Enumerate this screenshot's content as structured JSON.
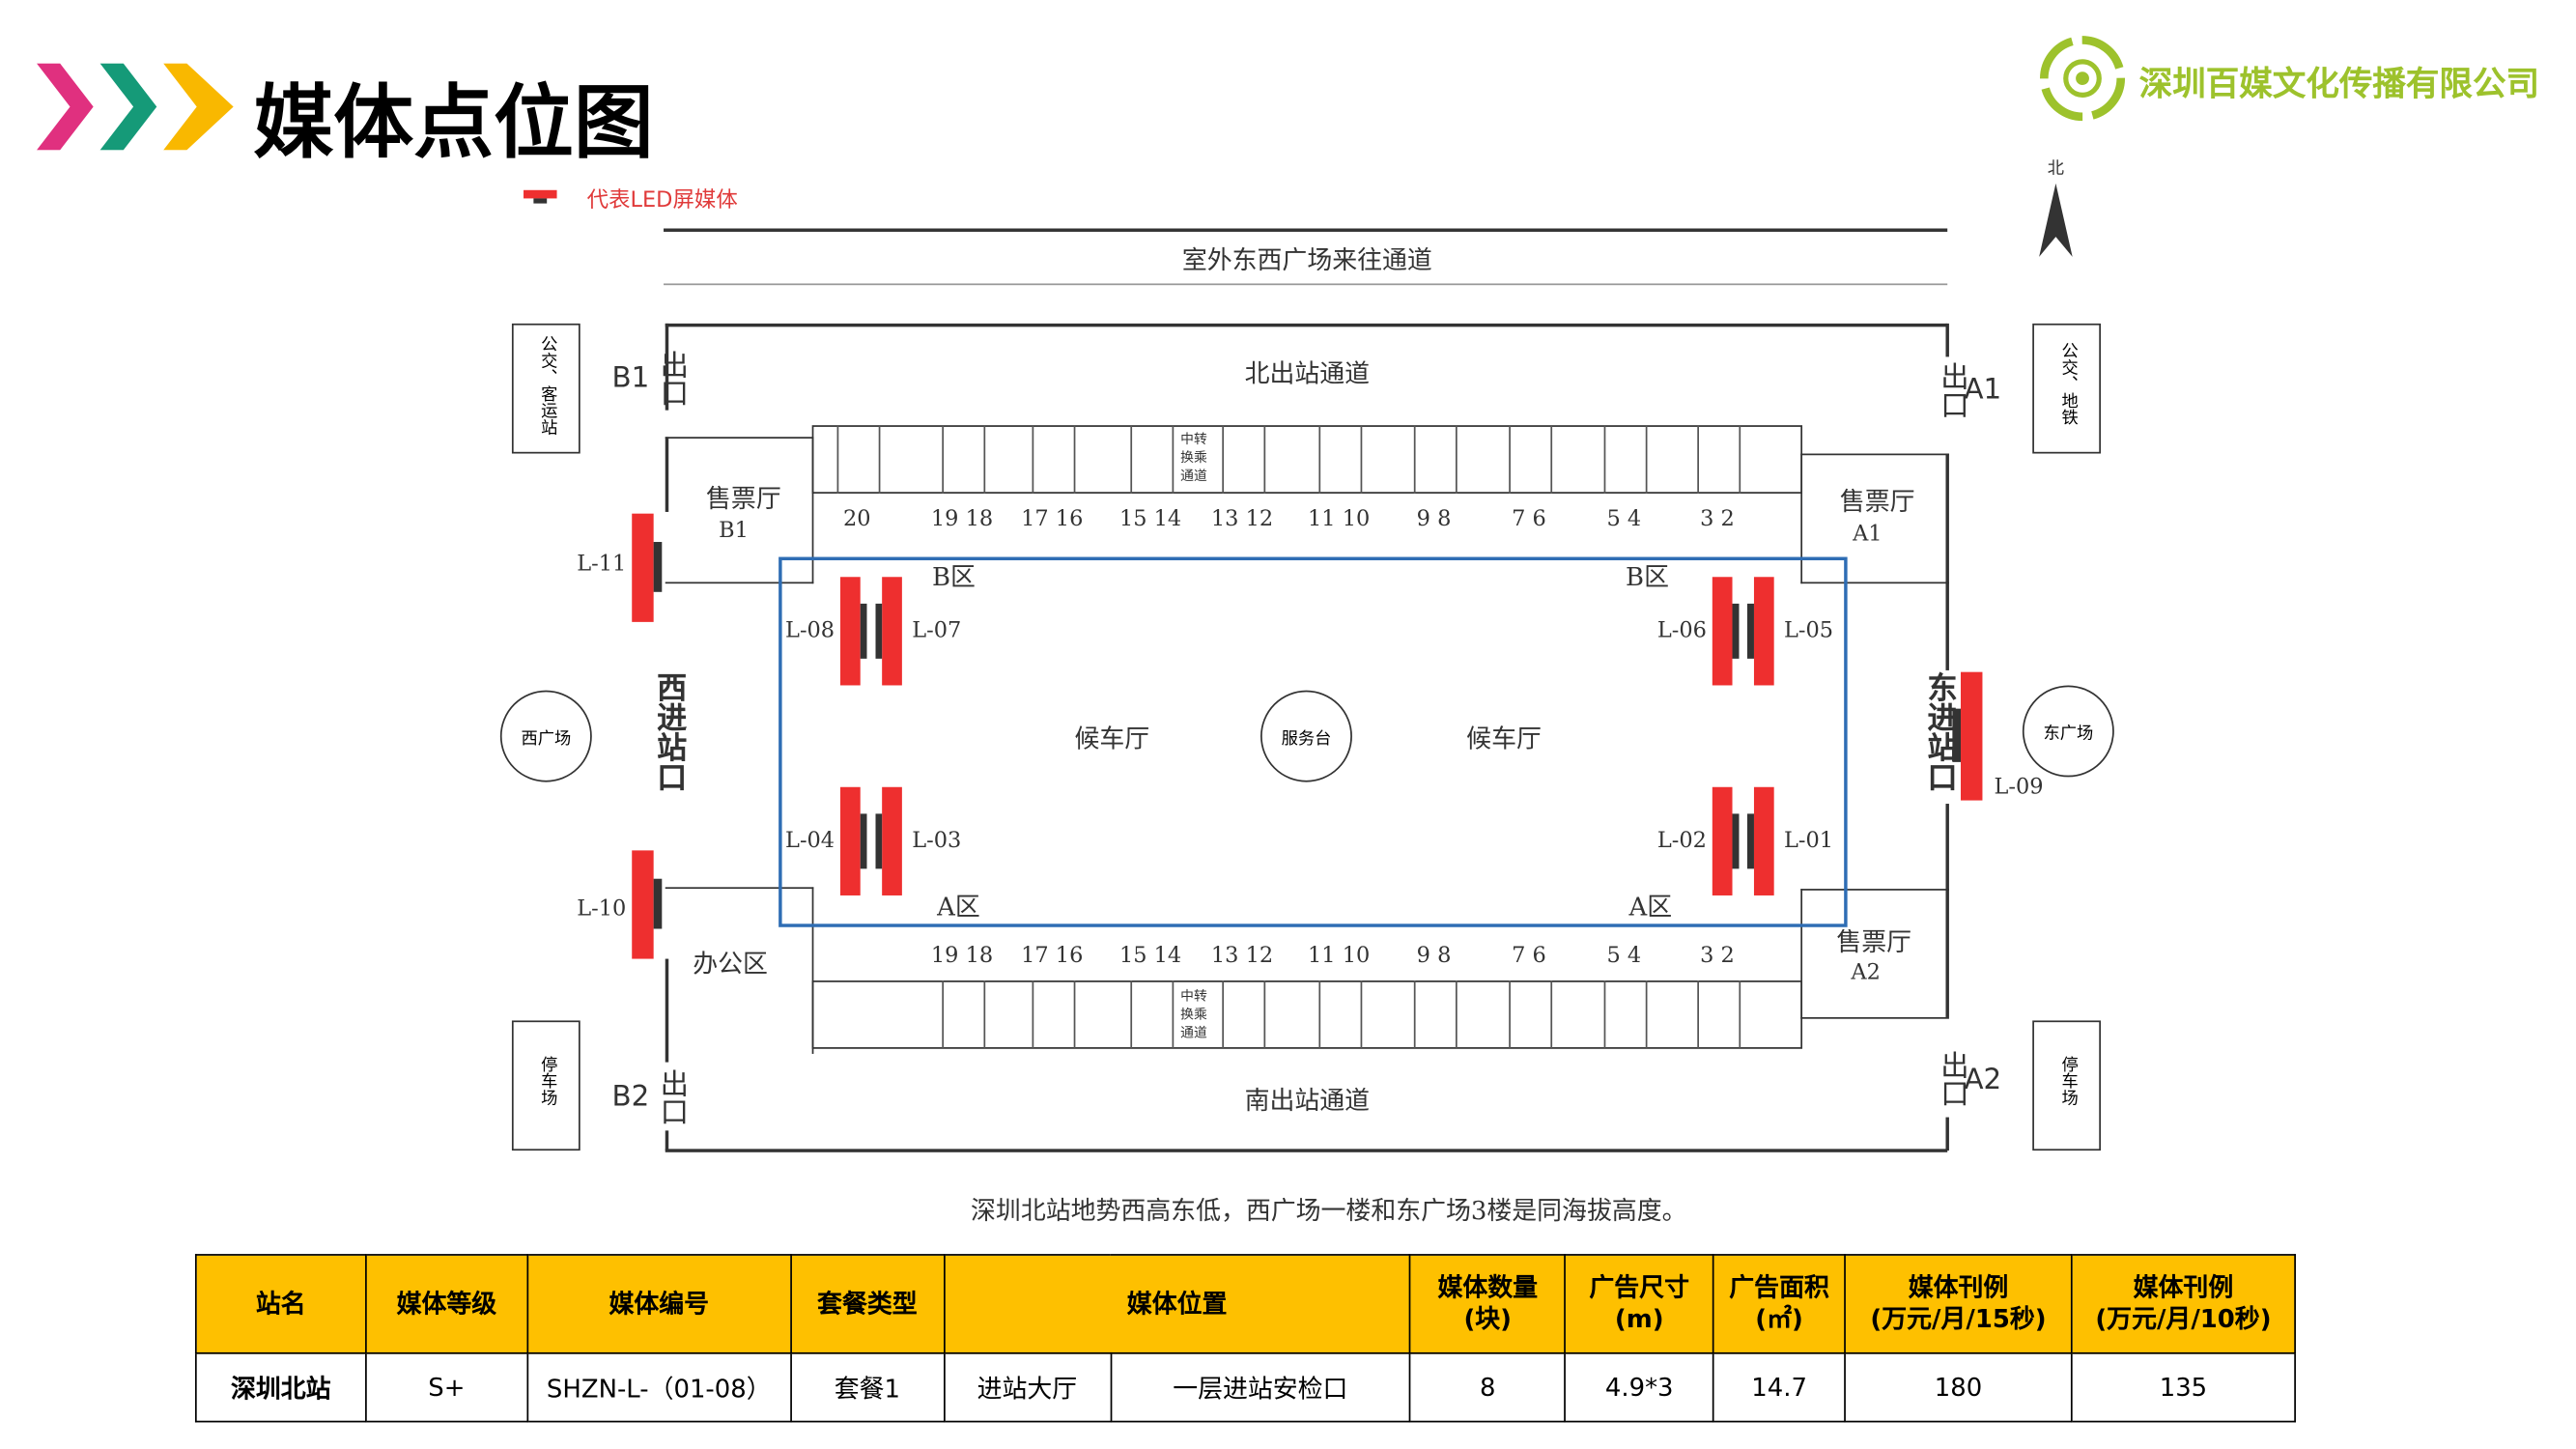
{
  "header": {
    "title": "媒体点位图",
    "company": "深圳百媒文化传播有限公司",
    "north": "北",
    "chevron_colors": [
      "#e0307f",
      "#159a78",
      "#f9b800"
    ],
    "brand_color": "#9dc22c"
  },
  "legend": {
    "label": "代表LED屏媒体",
    "color": "#ee2f2f"
  },
  "map": {
    "outdoor_passage": "室外东西广场来往通道",
    "north_exit_passage": "北出站通道",
    "south_exit_passage": "南出站通道",
    "exit_b1": "B1",
    "exit_a1": "A1",
    "exit_b2": "B2",
    "exit_a2": "A2",
    "exit_word": "出口",
    "bus_coach": "公交、客运站",
    "bus_metro": "公交、地铁",
    "parking": "停车场",
    "ticket_b1": "售票厅",
    "ticket_b1_code": "B1",
    "ticket_a1": "售票厅",
    "ticket_a1_code": "A1",
    "ticket_a2": "售票厅",
    "ticket_a2_code": "A2",
    "office": "办公区",
    "west_plaza": "西广场",
    "east_plaza": "东广场",
    "west_entrance": "西进站口",
    "east_entrance": "东进站口",
    "waiting_hall": "候车厅",
    "service_desk": "服务台",
    "zone_b": "B区",
    "zone_a": "A区",
    "transfer": "中转换乘通道",
    "north_gates": [
      "20",
      "19 18",
      "17 16",
      "15 14",
      "13 12",
      "11 10",
      "9 8",
      "7 6",
      "5 4",
      "3 2"
    ],
    "south_gates": [
      "19 18",
      "17 16",
      "15 14",
      "13 12",
      "11 10",
      "9 8",
      "7 6",
      "5 4",
      "3 2"
    ],
    "led": {
      "l01": "L-01",
      "l02": "L-02",
      "l03": "L-03",
      "l04": "L-04",
      "l05": "L-05",
      "l06": "L-06",
      "l07": "L-07",
      "l08": "L-08",
      "l09": "L-09",
      "l10": "L-10",
      "l11": "L-11"
    },
    "zone_border_color": "#2e6db4",
    "caption": "深圳北站地势西高东低，西广场一楼和东广场3楼是同海拔高度。"
  },
  "table": {
    "headers": [
      "站名",
      "媒体等级",
      "媒体编号",
      "套餐类型",
      "媒体位置",
      "媒体数量\n(块)",
      "广告尺寸\n(m)",
      "广告面积\n(㎡)",
      "媒体刊例\n(万元/月/15秒)",
      "媒体刊例\n(万元/月/10秒)"
    ],
    "row": {
      "station": "深圳北站",
      "grade": "S+",
      "code": "SHZN-L-（01-08）",
      "package": "套餐1",
      "location_area": "进站大厅",
      "location_detail": "一层进站安检口",
      "count": "8",
      "size": "4.9*3",
      "area": "14.7",
      "price_15s": "180",
      "price_10s": "135"
    }
  }
}
